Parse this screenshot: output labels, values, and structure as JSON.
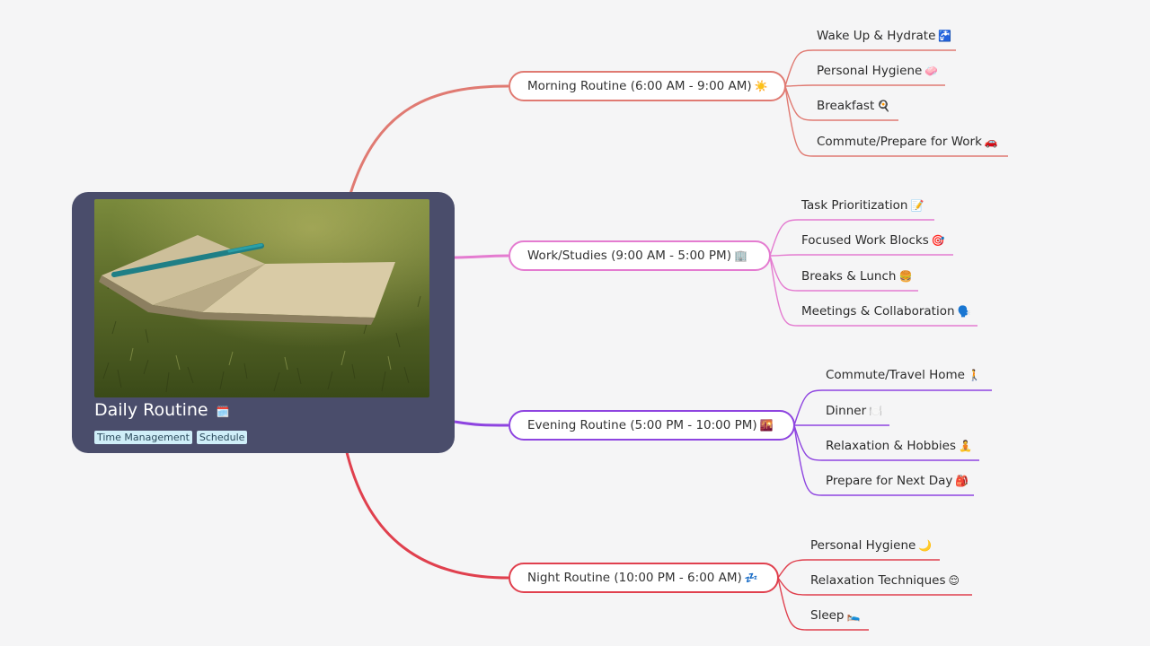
{
  "central": {
    "title": "Daily Routine",
    "title_icon": "🗓️",
    "tags": [
      "Time Management",
      "Schedule"
    ]
  },
  "branches": [
    {
      "label": "Morning Routine (6:00 AM - 9:00 AM)",
      "icon": "☀️",
      "color": "#e07a72",
      "children": [
        {
          "label": "Wake Up & Hydrate",
          "icon": "🚰"
        },
        {
          "label": "Personal Hygiene",
          "icon": "🧼"
        },
        {
          "label": "Breakfast",
          "icon": "🍳"
        },
        {
          "label": "Commute/Prepare for Work",
          "icon": "🚗"
        }
      ]
    },
    {
      "label": "Work/Studies (9:00 AM - 5:00 PM)",
      "icon": "🏢",
      "color": "#e47bd0",
      "children": [
        {
          "label": "Task Prioritization",
          "icon": "📝"
        },
        {
          "label": "Focused Work Blocks",
          "icon": "🎯"
        },
        {
          "label": "Breaks & Lunch",
          "icon": "🍔"
        },
        {
          "label": "Meetings & Collaboration",
          "icon": "🗣️"
        }
      ]
    },
    {
      "label": "Evening Routine (5:00 PM - 10:00 PM)",
      "icon": "🌇",
      "color": "#8e44e0",
      "children": [
        {
          "label": "Commute/Travel Home",
          "icon": "🚶"
        },
        {
          "label": "Dinner",
          "icon": "🍽️"
        },
        {
          "label": "Relaxation & Hobbies",
          "icon": "🧘"
        },
        {
          "label": "Prepare for Next Day",
          "icon": "🎒"
        }
      ]
    },
    {
      "label": "Night Routine (10:00 PM - 6:00 AM)",
      "icon": "💤",
      "color": "#e0404e",
      "children": [
        {
          "label": "Personal Hygiene",
          "icon": "🌙"
        },
        {
          "label": "Relaxation Techniques",
          "icon": "😌"
        },
        {
          "label": "Sleep",
          "icon": "🛌"
        }
      ]
    }
  ]
}
